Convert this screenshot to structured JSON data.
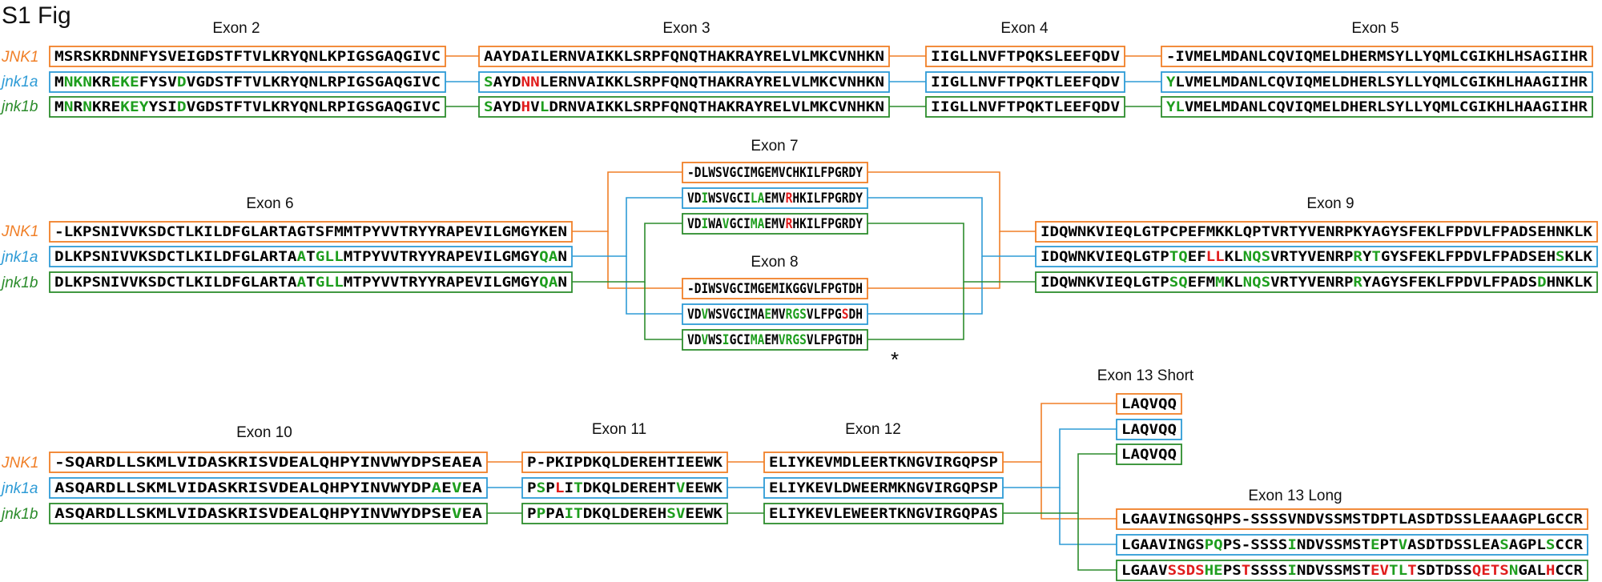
{
  "figure_title": "S1 Fig",
  "colors": {
    "JNK1": "#F07F27",
    "jnk1a": "#2E9BD6",
    "jnk1b": "#2C8C2C",
    "diff_green": "#1E9E1E",
    "diff_red": "#E01C1C",
    "base": "#000000"
  },
  "row_labels": {
    "JNK1": "JNK1",
    "jnk1a": "jnk1a",
    "jnk1b": "jnk1b"
  },
  "exon_labels": {
    "e2": "Exon 2",
    "e3": "Exon 3",
    "e4": "Exon 4",
    "e5": "Exon 5",
    "e6": "Exon 6",
    "e7": "Exon 7",
    "e8": "Exon 8",
    "e9": "Exon 9",
    "e10": "Exon 10",
    "e11": "Exon 11",
    "e12": "Exon 12",
    "e13s": "Exon 13 Short",
    "e13l": "Exon 13 Long"
  },
  "asterisk": "*",
  "exons": [
    {
      "id": "e2",
      "seqs": {
        "JNK1": [
          [
            "MSRSKRDNNFYSVEIGDSTFTVLKRYQNLKPIGSGAQGIVC",
            "b"
          ]
        ],
        "jnk1a": [
          [
            "M",
            "b"
          ],
          [
            "NKN",
            "g"
          ],
          [
            "KR",
            "b"
          ],
          [
            "EKE",
            "g"
          ],
          [
            "FYSV",
            "b"
          ],
          [
            "D",
            "g"
          ],
          [
            "VGDSTFTVLKRYQNLRPIGSGAQGIVC",
            "b"
          ]
        ],
        "jnk1b": [
          [
            "M",
            "b"
          ],
          [
            "N",
            "g"
          ],
          [
            "R",
            "b"
          ],
          [
            "N",
            "g"
          ],
          [
            "KRE",
            "b"
          ],
          [
            "KEY",
            "g"
          ],
          [
            "YSI",
            "b"
          ],
          [
            "D",
            "g"
          ],
          [
            "VGDSTFTVLKRYQNLRPIGSGAQGIVC",
            "b"
          ]
        ]
      }
    },
    {
      "id": "e3",
      "seqs": {
        "JNK1": [
          [
            "AAYDAILERNVAIKKLSRPFQNQTHAKRAYRELVLMKCVNHKN",
            "b"
          ]
        ],
        "jnk1a": [
          [
            "S",
            "g"
          ],
          [
            "AYD",
            "b"
          ],
          [
            "NN",
            "r"
          ],
          [
            "LERNVAIKKLSRPFQNQTHAKRAYRELVLMKCVNHKN",
            "b"
          ]
        ],
        "jnk1b": [
          [
            "S",
            "g"
          ],
          [
            "AYD",
            "b"
          ],
          [
            "H",
            "r"
          ],
          [
            "V",
            "b"
          ],
          [
            "L",
            "g"
          ],
          [
            "DRNVAIKKLSRPFQNQTHAKRAYRELVLMKCVNHKN",
            "b"
          ]
        ]
      }
    },
    {
      "id": "e4",
      "seqs": {
        "JNK1": [
          [
            "IIGLLNVFTPQKSLEEFQDV",
            "b"
          ]
        ],
        "jnk1a": [
          [
            "IIGLLNVFTPQKTLEEFQDV",
            "b"
          ]
        ],
        "jnk1b": [
          [
            "IIGLLNVFTPQKTLEEFQDV",
            "b"
          ]
        ]
      }
    },
    {
      "id": "e5",
      "seqs": {
        "JNK1": [
          [
            "-IVMELMDANLCQVIQMELDHERMSYLLYQMLCGIKHLHSAGIIHR",
            "b"
          ]
        ],
        "jnk1a": [
          [
            "Y",
            "g"
          ],
          [
            "LVMELMDANLCQVIQMELDHERLSYLLYQMLCGIKHLHAAGIIHR",
            "b"
          ]
        ],
        "jnk1b": [
          [
            "Y",
            "g"
          ],
          [
            "L",
            "g"
          ],
          [
            "VMELMDANLCQVIQMELDHERLSYLLYQMLCGIKHLHAAGIIHR",
            "b"
          ]
        ]
      }
    },
    {
      "id": "e6",
      "seqs": {
        "JNK1": [
          [
            "-LKPSNIVVKSDCTLKILDFGLARTAGTSFMMTPYVVTRYYRAPEVILGMGYKEN",
            "b"
          ]
        ],
        "jnk1a": [
          [
            "DLKPSNIVVKSDCTLKILDFGLARTA",
            "b"
          ],
          [
            "A",
            "g"
          ],
          [
            "T",
            "b"
          ],
          [
            "GLL",
            "g"
          ],
          [
            "MTPYVVTRYYRAPEVILGMGY",
            "b"
          ],
          [
            "QA",
            "g"
          ],
          [
            "N",
            "b"
          ]
        ],
        "jnk1b": [
          [
            "DLKPSNIVVKSDCTLKILDFGLARTA",
            "b"
          ],
          [
            "A",
            "g"
          ],
          [
            "T",
            "b"
          ],
          [
            "GLL",
            "g"
          ],
          [
            "MTPYVVTRYYRAPEVILGMGY",
            "b"
          ],
          [
            "QA",
            "g"
          ],
          [
            "N",
            "b"
          ]
        ]
      }
    },
    {
      "id": "e7",
      "seqs": {
        "JNK1": [
          [
            "-DLWSVGCIMGEMVCHKILFPGRDY",
            "b"
          ]
        ],
        "jnk1a": [
          [
            "VD",
            "b"
          ],
          [
            "I",
            "g"
          ],
          [
            "WSVGCI",
            "b"
          ],
          [
            "LA",
            "g"
          ],
          [
            "EMV",
            "b"
          ],
          [
            "R",
            "r"
          ],
          [
            "HKILFPGRDY",
            "b"
          ]
        ],
        "jnk1b": [
          [
            "VD",
            "b"
          ],
          [
            "I",
            "g"
          ],
          [
            "WA",
            "b"
          ],
          [
            "V",
            "g"
          ],
          [
            "GCI",
            "b"
          ],
          [
            "MA",
            "g"
          ],
          [
            "EMV",
            "b"
          ],
          [
            "R",
            "r"
          ],
          [
            "HKILFPGRDY",
            "b"
          ]
        ]
      }
    },
    {
      "id": "e8",
      "seqs": {
        "JNK1": [
          [
            "-DIWSVGCIMGEMIKGGVLFPGTDH",
            "b"
          ]
        ],
        "jnk1a": [
          [
            "VD",
            "b"
          ],
          [
            "V",
            "g"
          ],
          [
            "WSVGCIMA",
            "b"
          ],
          [
            "E",
            "g"
          ],
          [
            "MV",
            "b"
          ],
          [
            "RGS",
            "g"
          ],
          [
            "VLFPG",
            "b"
          ],
          [
            "S",
            "r"
          ],
          [
            "DH",
            "b"
          ]
        ],
        "jnk1b": [
          [
            "VD",
            "b"
          ],
          [
            "V",
            "g"
          ],
          [
            "WS",
            "b"
          ],
          [
            "I",
            "g"
          ],
          [
            "GCI",
            "b"
          ],
          [
            "MA",
            "g"
          ],
          [
            "EM",
            "b"
          ],
          [
            "V",
            "g"
          ],
          [
            "RGS",
            "g"
          ],
          [
            "VLFPGTDH",
            "b"
          ]
        ]
      }
    },
    {
      "id": "e9",
      "seqs": {
        "JNK1": [
          [
            "IDQWNKVIEQLGTPCPEFMKKLQPTVRTYVENRPKYAGYSFEKLFPDVLFPADSEHNKLK",
            "b"
          ]
        ],
        "jnk1a": [
          [
            "IDQWNKVIEQLGTP",
            "b"
          ],
          [
            "TQ",
            "g"
          ],
          [
            "EF",
            "b"
          ],
          [
            "LL",
            "r"
          ],
          [
            "KL",
            "b"
          ],
          [
            "NQS",
            "g"
          ],
          [
            "VRTYVENRP",
            "b"
          ],
          [
            "R",
            "g"
          ],
          [
            "Y",
            "b"
          ],
          [
            "T",
            "g"
          ],
          [
            "GYSFEKLFPDVLFPADSEH",
            "b"
          ],
          [
            "S",
            "g"
          ],
          [
            "KLK",
            "b"
          ]
        ],
        "jnk1b": [
          [
            "IDQWNKVIEQLGTP",
            "b"
          ],
          [
            "SQ",
            "g"
          ],
          [
            "EFM",
            "b"
          ],
          [
            "M",
            "g"
          ],
          [
            "KL",
            "b"
          ],
          [
            "NQS",
            "g"
          ],
          [
            "VRTYVENRP",
            "b"
          ],
          [
            "R",
            "g"
          ],
          [
            "YAGYSFEKLFPDVLFPADS",
            "b"
          ],
          [
            "D",
            "g"
          ],
          [
            "HNKLK",
            "b"
          ]
        ]
      }
    },
    {
      "id": "e10",
      "seqs": {
        "JNK1": [
          [
            "-SQARDLLSKMLVIDASKRISVDEALQHPYINVWYDPSEAEA",
            "b"
          ]
        ],
        "jnk1a": [
          [
            "ASQARDLLSKMLVIDASKRISVDEALQHPYINVWYDP",
            "b"
          ],
          [
            "A",
            "g"
          ],
          [
            "E",
            "b"
          ],
          [
            "V",
            "g"
          ],
          [
            "EA",
            "b"
          ]
        ],
        "jnk1b": [
          [
            "ASQARDLLSKMLVIDASKRISVDEALQHPYINVWYDPSE",
            "b"
          ],
          [
            "V",
            "g"
          ],
          [
            "EA",
            "b"
          ]
        ]
      }
    },
    {
      "id": "e11",
      "seqs": {
        "JNK1": [
          [
            "P-PKIPDKQLDEREHTIEEWK",
            "b"
          ]
        ],
        "jnk1a": [
          [
            "P",
            "b"
          ],
          [
            "S",
            "g"
          ],
          [
            "P",
            "b"
          ],
          [
            "L",
            "r"
          ],
          [
            "I",
            "b"
          ],
          [
            "T",
            "g"
          ],
          [
            "DKQLDEREHT",
            "b"
          ],
          [
            "V",
            "g"
          ],
          [
            "EEWK",
            "b"
          ]
        ],
        "jnk1b": [
          [
            "P",
            "b"
          ],
          [
            "P",
            "g"
          ],
          [
            "PA",
            "b"
          ],
          [
            "I",
            "g"
          ],
          [
            "T",
            "g"
          ],
          [
            "DKQLDEREH",
            "b"
          ],
          [
            "SV",
            "g"
          ],
          [
            "EEWK",
            "b"
          ]
        ]
      }
    },
    {
      "id": "e12",
      "seqs": {
        "JNK1": [
          [
            "ELIYKEVMDLEERTKNGVIRGQPSP",
            "b"
          ]
        ],
        "jnk1a": [
          [
            "ELIYKEVLDWEERMKNGVIRGQPSP",
            "b"
          ]
        ],
        "jnk1b": [
          [
            "ELIYKEVLEWEERTKNGVIRGQPAS",
            "b"
          ]
        ]
      }
    },
    {
      "id": "e13s",
      "seqs": {
        "JNK1": [
          [
            "LAQVQQ",
            "b"
          ]
        ],
        "jnk1a": [
          [
            "LAQVQQ",
            "b"
          ]
        ],
        "jnk1b": [
          [
            "LAQVQQ",
            "b"
          ]
        ]
      }
    },
    {
      "id": "e13l",
      "seqs": {
        "JNK1": [
          [
            "LGAAVINGSQHPS-SSSSVNDVSSMSTDPT",
            "b"
          ],
          [
            "L",
            "b"
          ],
          [
            "ASDTDSSLEAAAGPLGCCR",
            "b"
          ]
        ],
        "jnk1a": [
          [
            "LGAAVINGS",
            "b"
          ],
          [
            "PQ",
            "g"
          ],
          [
            "PS-SSSS",
            "b"
          ],
          [
            "I",
            "g"
          ],
          [
            "NDVSSMST",
            "b"
          ],
          [
            "E",
            "g"
          ],
          [
            "PT",
            "b"
          ],
          [
            "V",
            "g"
          ],
          [
            "ASDTDSSLEA",
            "b"
          ],
          [
            "S",
            "g"
          ],
          [
            "AGPL",
            "b"
          ],
          [
            "S",
            "g"
          ],
          [
            "CCR",
            "b"
          ]
        ],
        "jnk1b": [
          [
            "LGAAV",
            "b"
          ],
          [
            "SSDS",
            "r"
          ],
          [
            "HE",
            "g"
          ],
          [
            "PS",
            "b"
          ],
          [
            "T",
            "r"
          ],
          [
            "SSSS",
            "b"
          ],
          [
            "I",
            "g"
          ],
          [
            "NDVSSMST",
            "b"
          ],
          [
            "EV",
            "r"
          ],
          [
            "TL",
            "g"
          ],
          [
            "T",
            "r"
          ],
          [
            "SDTDSS",
            "b"
          ],
          [
            "QETS",
            "r"
          ],
          [
            "N",
            "g"
          ],
          [
            "GAL",
            "b"
          ],
          [
            "H",
            "r"
          ],
          [
            "CCR",
            "b"
          ]
        ]
      }
    }
  ]
}
